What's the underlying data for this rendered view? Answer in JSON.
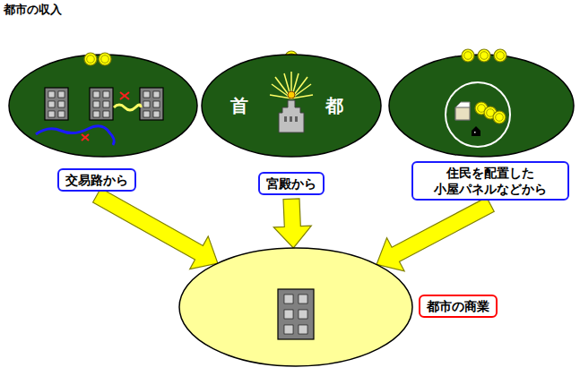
{
  "diagram": {
    "title": "都市の収入",
    "nodes": [
      {
        "text": [
          "首",
          "都"
        ]
      },
      {
        "text": [
          "交易路から"
        ]
      },
      {
        "text": [
          "宮殿から"
        ]
      },
      {
        "text": [
          "住民を配置した 小屋パネルなどから"
        ]
      },
      {
        "text": [
          "都市の商業"
        ]
      }
    ],
    "edges": [
      {
        "from": 1,
        "to": 4,
        "arrow": "to"
      },
      {
        "from": 2,
        "to": 4,
        "arrow": "to"
      },
      {
        "from": 3,
        "to": 4,
        "arrow": "to"
      }
    ]
  }
}
